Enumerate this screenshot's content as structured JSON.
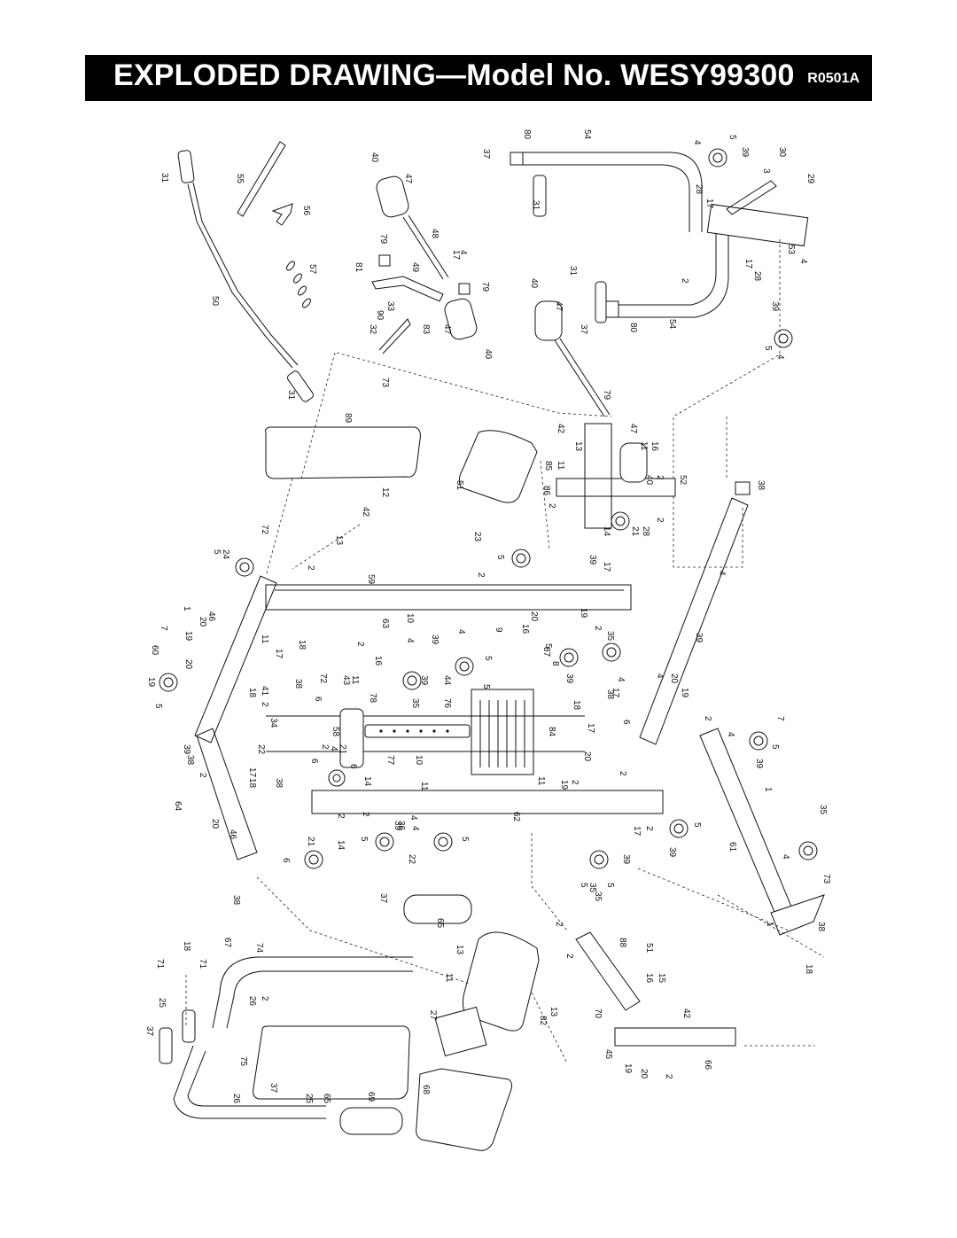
{
  "header": {
    "title": "EXPLODED DRAWING—Model No. WESY99300",
    "code": "R0501A"
  },
  "callouts": [
    "31",
    "55",
    "56",
    "57",
    "50",
    "31",
    "40",
    "47",
    "48",
    "17",
    "4",
    "79",
    "81",
    "49",
    "79",
    "33",
    "90",
    "32",
    "83",
    "47",
    "40",
    "73",
    "37",
    "80",
    "54",
    "31",
    "4",
    "5",
    "39",
    "30",
    "3",
    "29",
    "28",
    "17",
    "40",
    "47",
    "31",
    "37",
    "80",
    "54",
    "2",
    "17",
    "28",
    "53",
    "4",
    "39",
    "5",
    "4",
    "89",
    "79",
    "42",
    "47",
    "13",
    "11",
    "16",
    "85",
    "11",
    "40",
    "2",
    "52",
    "86",
    "2",
    "51",
    "21",
    "28",
    "14",
    "2",
    "23",
    "12",
    "42",
    "13",
    "38",
    "5",
    "24",
    "72",
    "2",
    "59",
    "5",
    "17",
    "2",
    "39",
    "4",
    "1",
    "19",
    "20",
    "46",
    "63",
    "10",
    "11",
    "17",
    "18",
    "2",
    "9",
    "16",
    "20",
    "19",
    "2",
    "35",
    "5",
    "87",
    "39",
    "60",
    "7",
    "20",
    "19",
    "5",
    "39",
    "38",
    "2",
    "64",
    "20",
    "46",
    "41",
    "38",
    "72",
    "43",
    "11",
    "16",
    "4",
    "39",
    "4",
    "39",
    "44",
    "5",
    "8",
    "5",
    "39",
    "4",
    "38",
    "17",
    "4",
    "20",
    "19",
    "18",
    "6",
    "2",
    "78",
    "34",
    "58",
    "22",
    "6",
    "35",
    "76",
    "84",
    "18",
    "17",
    "6",
    "2",
    "7",
    "21",
    "4",
    "2",
    "6",
    "77",
    "10",
    "11",
    "20",
    "2",
    "4",
    "5",
    "39",
    "14",
    "38",
    "18",
    "17",
    "11",
    "19",
    "2",
    "62",
    "1",
    "2",
    "5",
    "39",
    "4",
    "35",
    "5",
    "39",
    "17",
    "2",
    "61",
    "35",
    "36",
    "4",
    "22",
    "5",
    "21",
    "14",
    "2",
    "6",
    "38",
    "37",
    "65",
    "5",
    "35",
    "39",
    "5",
    "4",
    "1",
    "73",
    "38",
    "18",
    "71",
    "18",
    "71",
    "67",
    "74",
    "2",
    "2",
    "88",
    "51",
    "13",
    "11",
    "16",
    "15",
    "25",
    "26",
    "2",
    "42",
    "82",
    "13",
    "70",
    "27",
    "37",
    "75",
    "45",
    "19",
    "20",
    "2",
    "66",
    "25",
    "26",
    "37",
    "65",
    "69",
    "68"
  ]
}
